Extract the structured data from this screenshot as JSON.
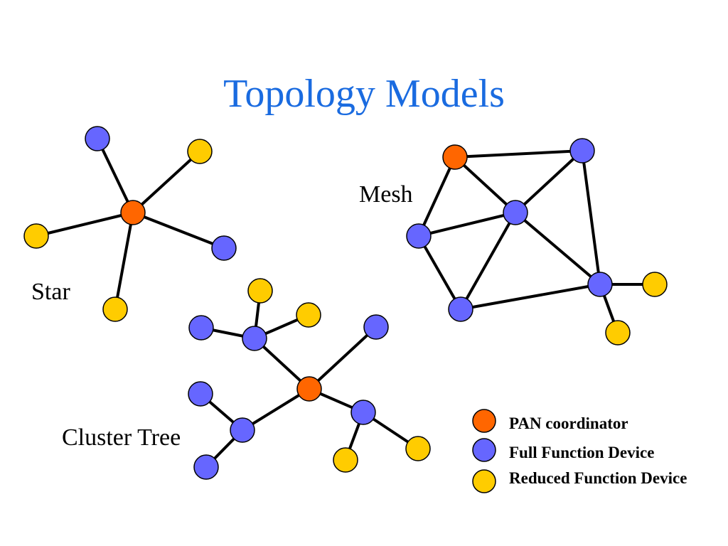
{
  "title": "Topology Models",
  "labels": {
    "star": "Star",
    "mesh": "Mesh",
    "cluster_tree": "Cluster Tree"
  },
  "legend": [
    {
      "key": "pan",
      "label": "PAN coordinator",
      "color": "#ff6600"
    },
    {
      "key": "ffd",
      "label": "Full Function Device",
      "color": "#6666ff"
    },
    {
      "key": "rfd",
      "label": "Reduced Function Device",
      "color": "#ffcc00"
    }
  ],
  "colors": {
    "pan": "#ff6600",
    "ffd": "#6666ff",
    "rfd": "#ffcc00",
    "title": "#1a6be0"
  }
}
